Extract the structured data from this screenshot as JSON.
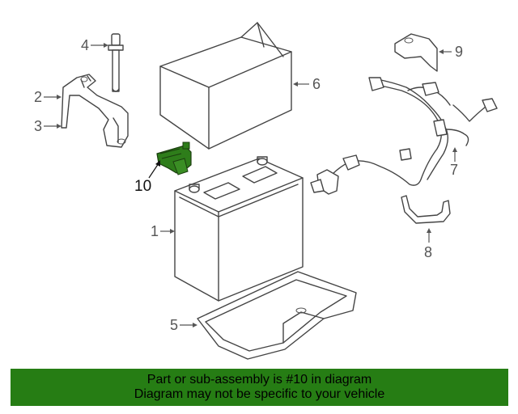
{
  "diagram": {
    "colors": {
      "line": "#444444",
      "highlight": "#2e7d1a",
      "banner": "#267d14"
    },
    "callouts": [
      "1",
      "2",
      "3",
      "4",
      "5",
      "6",
      "7",
      "8",
      "9",
      "10"
    ],
    "highlighted_part": "10"
  },
  "banner": {
    "line1": "Part or sub-assembly is #10 in diagram",
    "line2": "Diagram may not be specific to your vehicle"
  }
}
